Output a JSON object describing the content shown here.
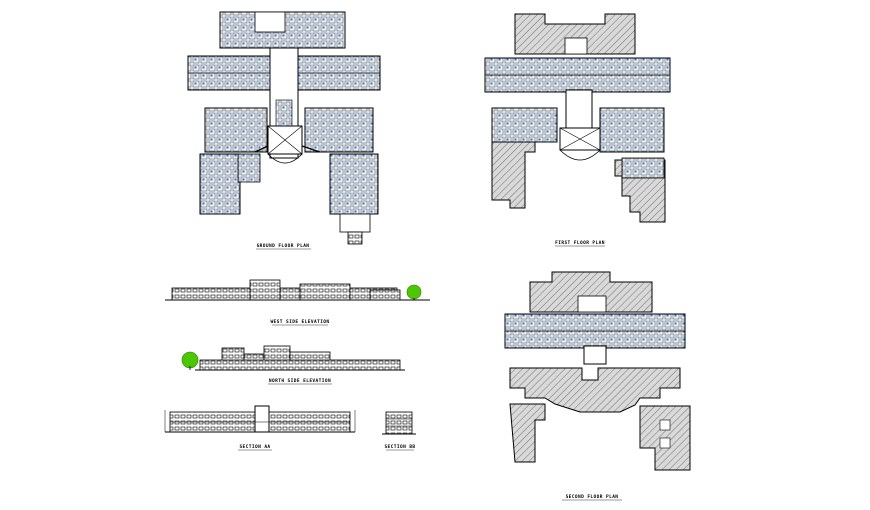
{
  "sheet": {
    "ground_floor_label": "GROUND FLOOR PLAN",
    "first_floor_label": "FIRST FLOOR PLAN",
    "second_floor_label": "SECOND FLOOR PLAN",
    "west_elevation_label": "WEST SIDE ELEVATION",
    "north_elevation_label": "NORTH SIDE ELEVATION",
    "section_aa_label": "SECTION AA",
    "section_bb_label": "SECTION BB"
  },
  "colors": {
    "line": "#000000",
    "hatch_fill": "#d9d9d9",
    "room_fill": "#eaf2fb",
    "tree": "#4cc800",
    "stair": "#ffffff"
  }
}
